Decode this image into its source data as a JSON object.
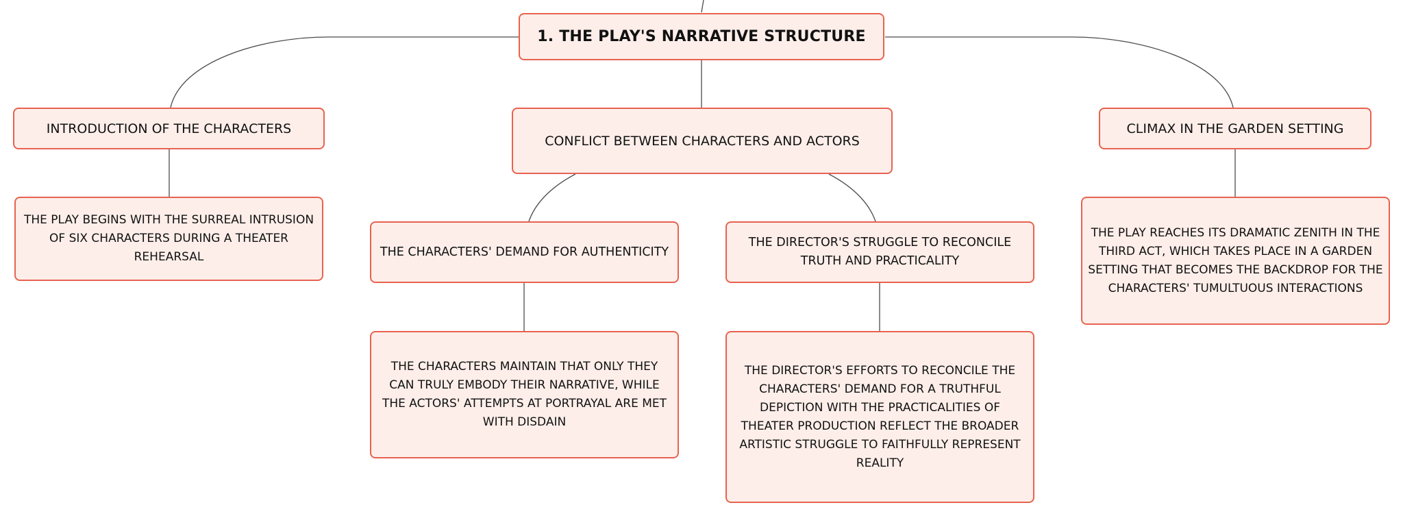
{
  "colors": {
    "node_fill": "#fdeee9",
    "node_border": "#e8624f",
    "connector": "#4a4a4a"
  },
  "root": {
    "label": "1. THE PLAY'S NARRATIVE STRUCTURE"
  },
  "branches": [
    {
      "label": "INTRODUCTION OF THE CHARACTERS",
      "detail": "THE PLAY BEGINS WITH THE SURREAL INTRUSION OF SIX CHARACTERS DURING A THEATER REHEARSAL"
    },
    {
      "label": "CONFLICT BETWEEN CHARACTERS AND ACTORS",
      "children": [
        {
          "label": "THE CHARACTERS' DEMAND FOR AUTHENTICITY",
          "detail": "THE CHARACTERS MAINTAIN THAT ONLY THEY CAN TRULY EMBODY THEIR NARRATIVE, WHILE THE ACTORS' ATTEMPTS AT PORTRAYAL ARE MET WITH DISDAIN"
        },
        {
          "label": "THE DIRECTOR'S STRUGGLE TO RECONCILE TRUTH AND PRACTICALITY",
          "detail": "THE DIRECTOR'S EFFORTS TO RECONCILE THE CHARACTERS' DEMAND FOR A TRUTHFUL DEPICTION WITH THE PRACTICALITIES OF THEATER PRODUCTION REFLECT THE BROADER ARTISTIC STRUGGLE TO FAITHFULLY REPRESENT REALITY"
        }
      ]
    },
    {
      "label": "CLIMAX IN THE GARDEN SETTING",
      "detail": "THE PLAY REACHES ITS DRAMATIC ZENITH IN THE THIRD ACT, WHICH TAKES PLACE IN A GARDEN SETTING THAT BECOMES THE BACKDROP FOR THE CHARACTERS' TUMULTUOUS INTERACTIONS"
    }
  ]
}
